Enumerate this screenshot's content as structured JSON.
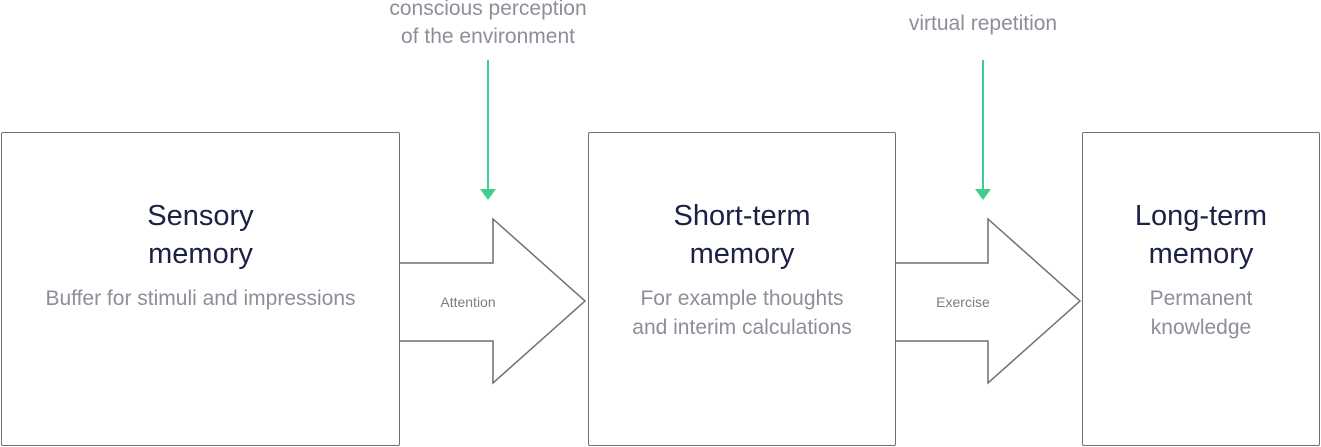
{
  "boxes": {
    "sensory": {
      "title": "Sensory\nmemory",
      "description": "Buffer for stimuli and impressions"
    },
    "short_term": {
      "title": "Short-term\nmemory",
      "description": "For example thoughts\nand interim calculations"
    },
    "long_term": {
      "title": "Long-term\nmemory",
      "description": "Permanent\nknowledge"
    }
  },
  "transitions": {
    "attention": {
      "label": "Attention",
      "input_label": "conscious perception\nof the environment"
    },
    "exercise": {
      "label": "Exercise",
      "input_label": "virtual repetition"
    }
  },
  "colors": {
    "box_border": "#6f6f6f",
    "title_text": "#1c2145",
    "body_text": "#8e8e99",
    "input_arrow": "#3ecf8e"
  }
}
